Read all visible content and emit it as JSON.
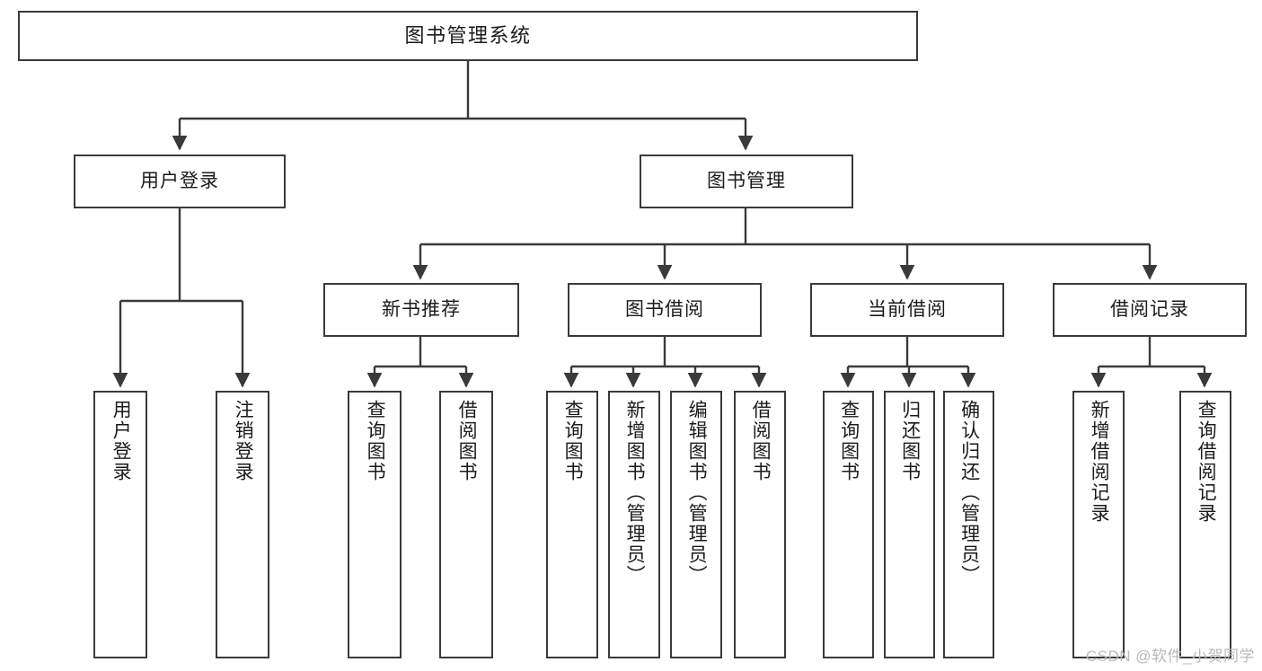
{
  "diagram": {
    "title": "图书管理系统",
    "type": "tree",
    "watermark": "CSDN @软件_小贺同学",
    "colors": {
      "stroke": "#3a3a3a",
      "fill": "#ffffff",
      "text": "#1b1b1b",
      "watermark": "#b9b9b9"
    },
    "root": {
      "label": "图书管理系统"
    },
    "level1": [
      {
        "label": "用户登录"
      },
      {
        "label": "图书管理"
      }
    ],
    "level2": [
      {
        "label": "新书推荐"
      },
      {
        "label": "图书借阅"
      },
      {
        "label": "当前借阅"
      },
      {
        "label": "借阅记录"
      }
    ],
    "leaves": {
      "user_login": [
        {
          "label": "用户登录"
        },
        {
          "label": "注销登录"
        }
      ],
      "new_book": [
        {
          "label": "查询图书"
        },
        {
          "label": "借阅图书"
        }
      ],
      "book_borrow": [
        {
          "label": "查询图书"
        },
        {
          "label": "新增图书（管理员）"
        },
        {
          "label": "编辑图书（管理员）"
        },
        {
          "label": "借阅图书"
        }
      ],
      "current_borrow": [
        {
          "label": "查询图书"
        },
        {
          "label": "归还图书"
        },
        {
          "label": "确认归还（管理员）"
        }
      ],
      "borrow_record": [
        {
          "label": "新增借阅记录"
        },
        {
          "label": "查询借阅记录"
        }
      ]
    }
  }
}
